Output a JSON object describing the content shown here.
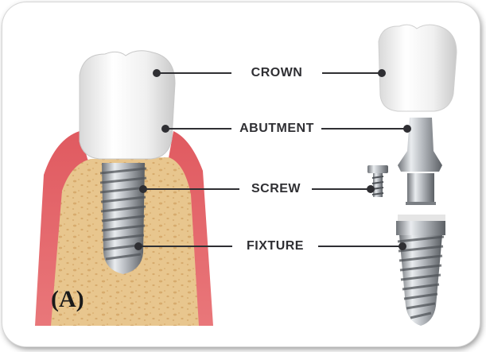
{
  "panel_letter": "(A)",
  "labels": {
    "crown": "CROWN",
    "abutment": "ABUTMENT",
    "screw": "SCREW",
    "fixture": "FIXTURE"
  },
  "colors": {
    "gum": "#e46a6e",
    "bone": "#e9c78f",
    "bone_pore": "#d6aa6c",
    "metal": "#a9adb2",
    "crown": "#f4f4f4"
  }
}
